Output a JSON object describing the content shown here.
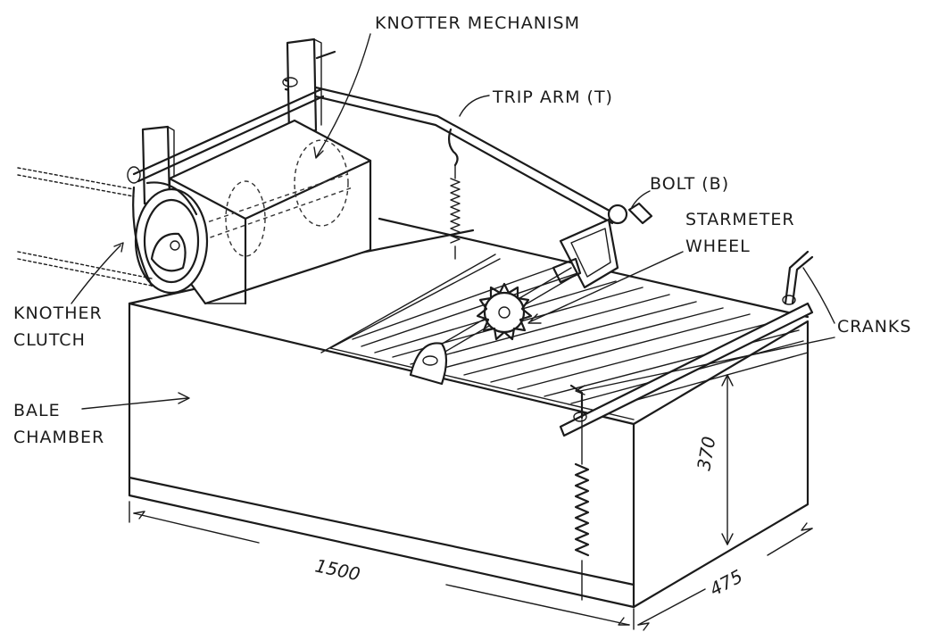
{
  "labels": {
    "knotter_mechanism": "KNOTTER MECHANISM",
    "trip_arm": "TRIP ARM (T)",
    "bolt": "BOLT (B)",
    "starmeter_line1": "STARMETER",
    "starmeter_line2": "WHEEL",
    "cranks": "CRANKS",
    "knother_line1": "KNOTHER",
    "knother_line2": "CLUTCH",
    "bale_line1": "BALE",
    "bale_line2": "CHAMBER"
  },
  "dimensions": {
    "length": "1500",
    "height": "370",
    "width": "475"
  },
  "colors": {
    "ink": "#1b1b1b",
    "paper": "#ffffff"
  }
}
